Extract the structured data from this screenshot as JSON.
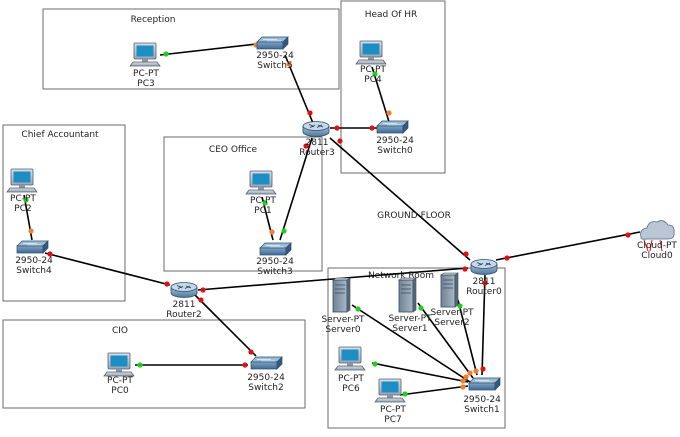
{
  "rooms": {
    "reception": "Reception",
    "head_hr": "Head Of HR",
    "chief_accountant": "Chief Accountant",
    "ceo_office": "CEO Office",
    "cio": "CIO",
    "network_room": "Network Room"
  },
  "floor_label": "GROUND FLOOR",
  "devices": {
    "pc3": {
      "model": "PC-PT",
      "name": "PC3"
    },
    "switch5": {
      "model": "2950-24",
      "name": "Switch5"
    },
    "pc4": {
      "model": "PC-PT",
      "name": "PC4"
    },
    "switch0": {
      "model": "2950-24",
      "name": "Switch0"
    },
    "router3": {
      "model": "2811",
      "name": "Router3"
    },
    "pc2": {
      "model": "PC-PT",
      "name": "PC2"
    },
    "switch4": {
      "model": "2950-24",
      "name": "Switch4"
    },
    "pc1": {
      "model": "PC-PT",
      "name": "PC1"
    },
    "switch3": {
      "model": "2950-24",
      "name": "Switch3"
    },
    "router2": {
      "model": "2811",
      "name": "Router2"
    },
    "pc0": {
      "model": "PC-PT",
      "name": "PC0"
    },
    "switch2": {
      "model": "2950-24",
      "name": "Switch2"
    },
    "router0": {
      "model": "2811",
      "name": "Router0"
    },
    "cloud0": {
      "model": "Cloud-PT",
      "name": "Cloud0"
    },
    "server0": {
      "model": "Server-PT",
      "name": "Server0"
    },
    "server1": {
      "model": "Server-PT",
      "name": "Server1"
    },
    "server2": {
      "model": "Server-PT",
      "name": "Server2"
    },
    "pc6": {
      "model": "PC-PT",
      "name": "PC6"
    },
    "pc7": {
      "model": "PC-PT",
      "name": "PC7"
    },
    "switch1": {
      "model": "2950-24",
      "name": "Switch1"
    }
  },
  "colors": {
    "link_up": "#1bd21b",
    "link_down": "#e01010",
    "link_blocking": "#f08030",
    "room_border": "#6b6b6b"
  }
}
